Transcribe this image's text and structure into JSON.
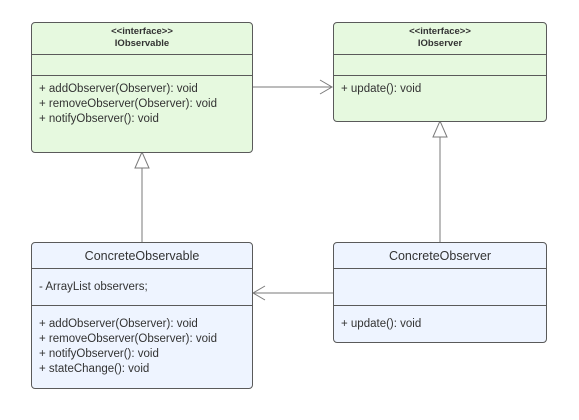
{
  "classes": {
    "iobservable": {
      "stereotype": "<<interface>>",
      "name": "IObservable",
      "methods": [
        "+ addObserver(Observer): void",
        "+ removeObserver(Observer): void",
        "+ notifyObserver(): void"
      ]
    },
    "iobserver": {
      "stereotype": "<<interface>>",
      "name": "IObserver",
      "methods": [
        "+ update(): void"
      ]
    },
    "concrete_observable": {
      "name": "ConcreteObservable",
      "attributes": [
        "- ArrayList observers;"
      ],
      "methods": [
        "+ addObserver(Observer): void",
        "+ removeObserver(Observer): void",
        "+ notifyObserver(): void",
        "+ stateChange(): void"
      ]
    },
    "concrete_observer": {
      "name": "ConcreteObserver",
      "attributes": [],
      "methods": [
        "+ update(): void"
      ]
    }
  },
  "relations": [
    {
      "from": "iobservable",
      "to": "iobserver",
      "kind": "association"
    },
    {
      "from": "concrete_observable",
      "to": "iobservable",
      "kind": "realization"
    },
    {
      "from": "concrete_observer",
      "to": "iobserver",
      "kind": "realization"
    },
    {
      "from": "concrete_observer",
      "to": "concrete_observable",
      "kind": "association"
    }
  ],
  "colors": {
    "interface_fill": "#e6f9df",
    "class_fill": "#eef4ff",
    "border": "#5a5a5a",
    "connector": "#7a7a7a"
  }
}
